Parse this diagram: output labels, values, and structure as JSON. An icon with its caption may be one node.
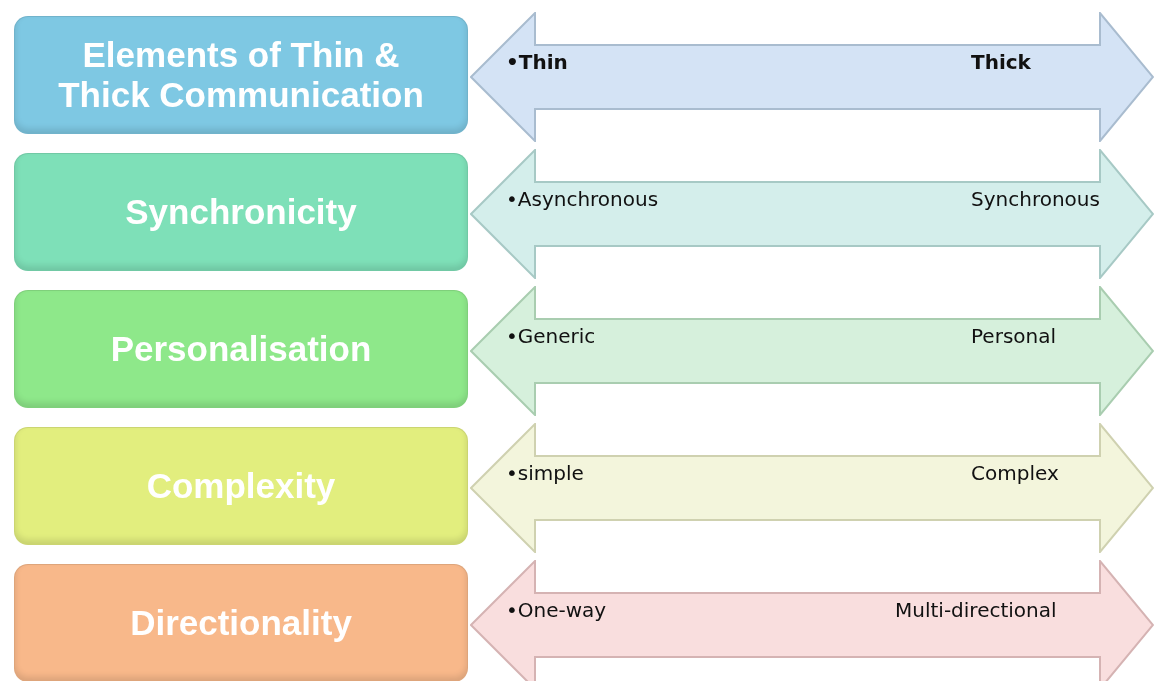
{
  "diagram": {
    "nodes": [
      {
        "text": [
          "Elements of Thin & Thick Communication"
        ]
      },
      {
        "text": [
          "•Thin",
          "Thick"
        ]
      },
      {
        "text": [
          "Synchronicity"
        ]
      },
      {
        "text": [
          "•Asynchronous",
          "Synchronous"
        ]
      },
      {
        "text": [
          "Personalisation"
        ]
      },
      {
        "text": [
          "•Generic",
          "Personal"
        ]
      },
      {
        "text": [
          "Complexity"
        ]
      },
      {
        "text": [
          "•simple",
          "Complex"
        ]
      },
      {
        "text": [
          "Directionality"
        ]
      },
      {
        "text": [
          "•One-way",
          "Multi-directional"
        ]
      }
    ]
  }
}
